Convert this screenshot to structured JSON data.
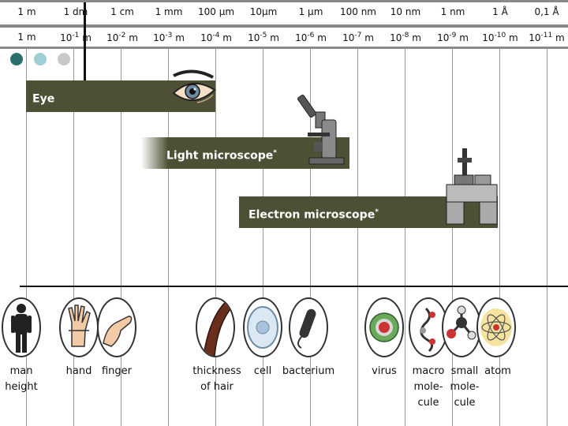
{
  "scale": {
    "units": [
      "1 m",
      "1 dm",
      "1 cm",
      "1 mm",
      "100 µm",
      "10µm",
      "1 µm",
      "100 nm",
      "10 nm",
      "1 nm",
      "1 Å",
      "0,1 Å"
    ],
    "powers": [
      {
        "base": "1 m",
        "exp": "",
        "unit": ""
      },
      {
        "base": "10",
        "exp": "-1",
        "unit": "m"
      },
      {
        "base": "10",
        "exp": "-2",
        "unit": "m"
      },
      {
        "base": "10",
        "exp": "-3",
        "unit": "m"
      },
      {
        "base": "10",
        "exp": "-4",
        "unit": "m"
      },
      {
        "base": "10",
        "exp": "-5",
        "unit": "m"
      },
      {
        "base": "10",
        "exp": "-6",
        "unit": "m"
      },
      {
        "base": "10",
        "exp": "-7",
        "unit": "m"
      },
      {
        "base": "10",
        "exp": "-8",
        "unit": "m"
      },
      {
        "base": "10",
        "exp": "-9",
        "unit": "m"
      },
      {
        "base": "10",
        "exp": "-10",
        "unit": "m"
      },
      {
        "base": "10",
        "exp": "-11",
        "unit": "m"
      }
    ]
  },
  "dots": [
    "#2b6f6b",
    "#9fcfd4",
    "#c8c8c8"
  ],
  "bands": {
    "eye": {
      "label": "Eye",
      "star": ""
    },
    "light": {
      "label": "Light microscope",
      "star": "*"
    },
    "electron": {
      "label": "Electron microscope",
      "star": "*"
    }
  },
  "objects": [
    {
      "icon": "man-icon",
      "lines": [
        "man",
        "height"
      ]
    },
    {
      "icon": "hand-icon",
      "lines": [
        "hand"
      ]
    },
    {
      "icon": "finger-icon",
      "lines": [
        "finger"
      ]
    },
    {
      "icon": "hair-icon",
      "lines": [
        "thickness",
        "of hair"
      ]
    },
    {
      "icon": "cell-icon",
      "lines": [
        "cell"
      ]
    },
    {
      "icon": "bacterium-icon",
      "lines": [
        "bacterium"
      ]
    },
    {
      "icon": "virus-icon",
      "lines": [
        "virus"
      ]
    },
    {
      "icon": "macromolecule-icon",
      "lines": [
        "macro",
        "mole-",
        "cule"
      ]
    },
    {
      "icon": "small-molecule-icon",
      "lines": [
        "small",
        "mole-",
        "cule"
      ]
    },
    {
      "icon": "atom-icon",
      "lines": [
        "atom"
      ]
    }
  ]
}
